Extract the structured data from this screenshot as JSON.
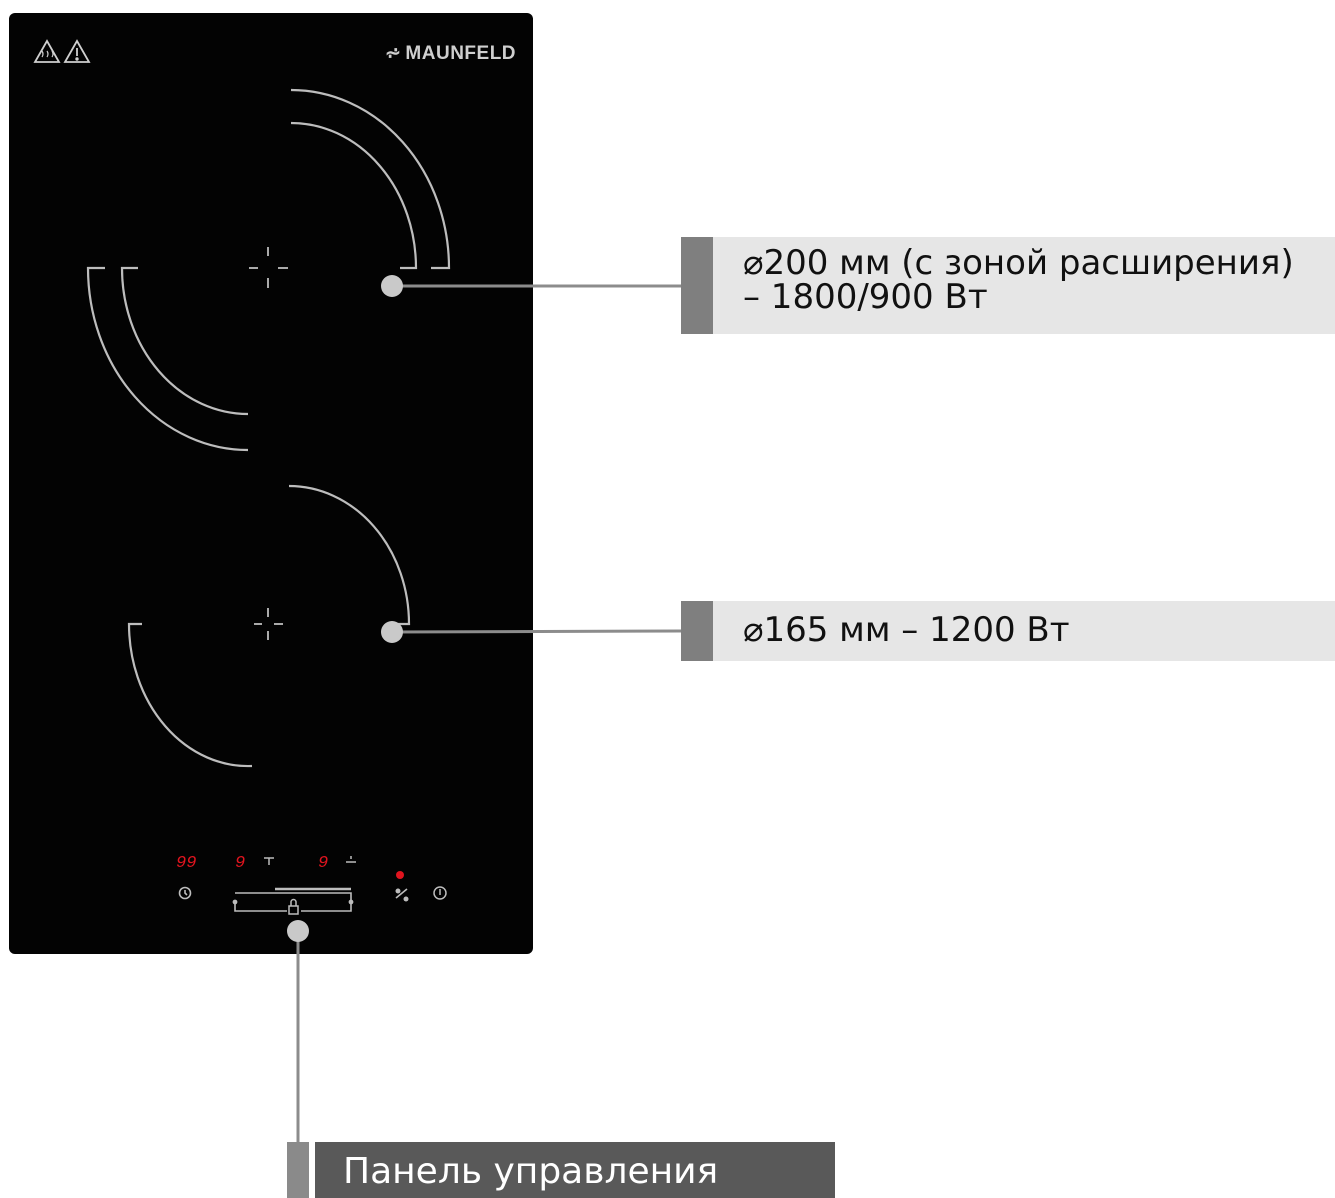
{
  "brand": {
    "name": "MAUNFELD",
    "logo_icon": "maunfeld-logo-icon"
  },
  "warnings": [
    "hot-surface-icon",
    "warning-triangle-icon"
  ],
  "callouts": {
    "zone1": {
      "line1": "⌀200 мм (с зоной расширения)",
      "line2": "– 1800/900 Вт"
    },
    "zone2": {
      "text": "⌀165 мм – 1200 Вт"
    },
    "panel": {
      "text": "Панель управления"
    }
  },
  "control_panel": {
    "timer_display": "99",
    "zone_left_display": "9",
    "zone_right_display": "9",
    "display_color": "#e0141e",
    "indicator_color": "#e0141e",
    "icons": [
      "timer-icon",
      "lock-icon",
      "boost-icon",
      "power-icon"
    ]
  },
  "colors": {
    "hob": "#030303",
    "zone_lines": "#bdbdbd",
    "connector": "#8c8c8c",
    "callout_bar": "#7f7f7f",
    "callout_bg": "#e6e6e6"
  }
}
